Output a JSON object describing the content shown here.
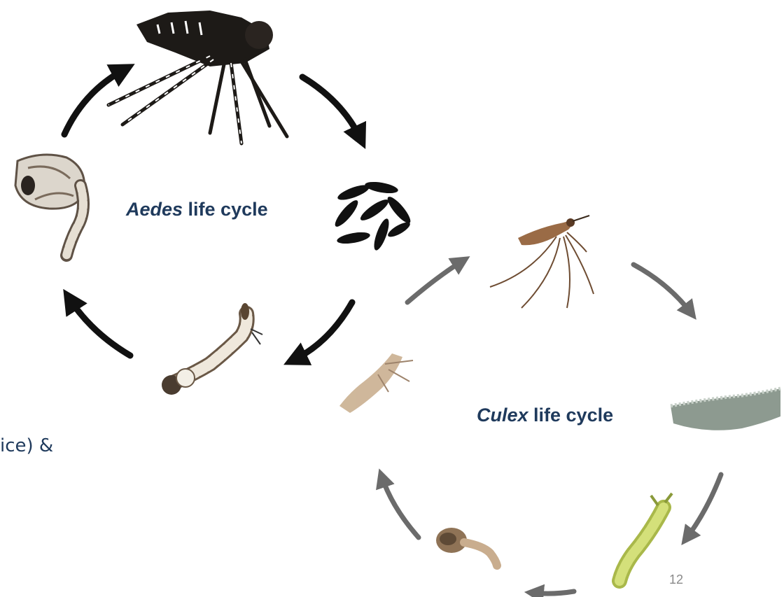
{
  "aedes": {
    "title_italic": "Aedes",
    "title_rest": " life cycle",
    "arrow_color": "#111111",
    "stages": [
      "adult-mosquito-icon",
      "eggs-icon",
      "larva-icon",
      "pupa-icon"
    ]
  },
  "culex": {
    "title_italic": "Culex",
    "title_rest": " life cycle",
    "arrow_color": "#6b6b6b",
    "stages": [
      "adult-mosquito-icon",
      "egg-raft-icon",
      "larva-icon",
      "pupa-icon",
      "emerging-adult-icon"
    ]
  },
  "body_text_fragment": "ice) &",
  "slide_number": "12",
  "colors": {
    "title": "#1f3a5c",
    "background": "#ffffff"
  }
}
